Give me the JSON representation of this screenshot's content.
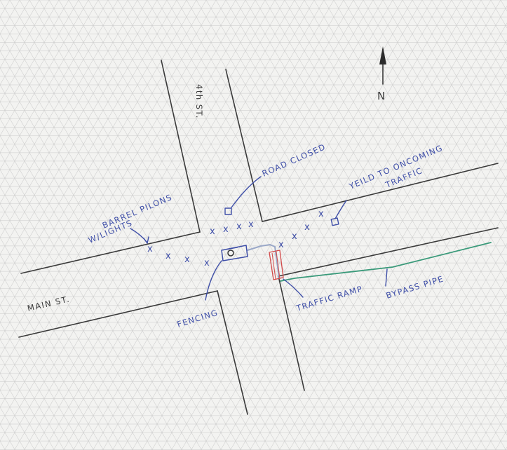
{
  "streets": {
    "fourth": "4th ST.",
    "main": "MAIN ST."
  },
  "north": "N",
  "annotations": {
    "road_closed": "ROAD CLOSED",
    "yield_line1": "YEILD TO ONCOMING",
    "yield_line2": "TRAFFIC",
    "barrel_line1": "BARREL PILONS",
    "barrel_line2": "W/LIGHTS",
    "fencing": "FENCING",
    "traffic_ramp": "TRAFFIC RAMP",
    "bypass_pipe": "BYPASS PIPE"
  },
  "marker": "x",
  "colors": {
    "pencil": "#3a3a3a",
    "ink": "#3f4fa8",
    "pipe": "#3a9a7a",
    "ramp": "#d24a4a"
  }
}
